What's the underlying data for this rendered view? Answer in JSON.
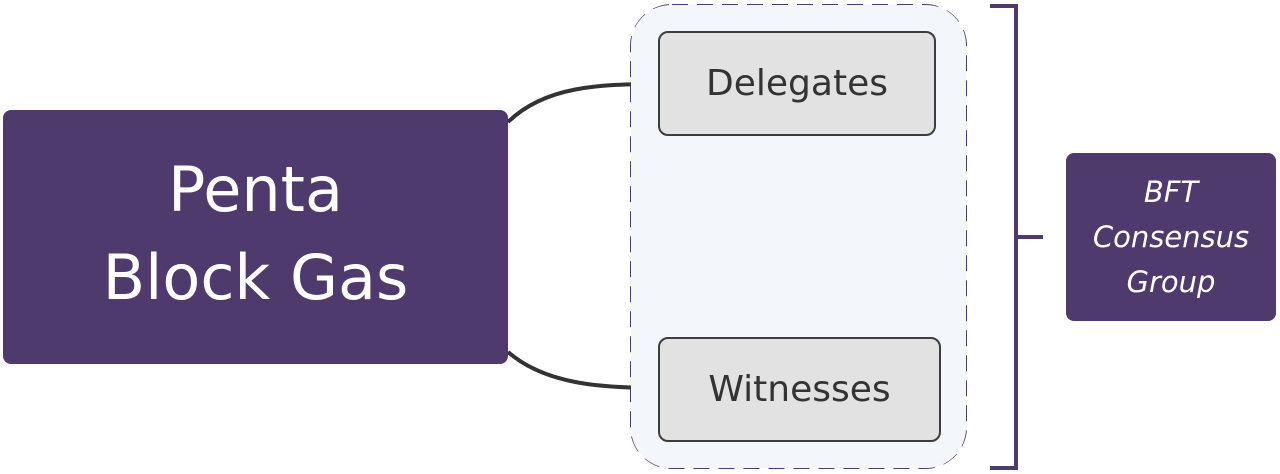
{
  "main_node": {
    "line1": "Penta",
    "line2": "Block Gas"
  },
  "group_nodes": [
    {
      "label": "Delegates"
    },
    {
      "label": "Witnesses"
    }
  ],
  "consensus_group": {
    "line1": "BFT",
    "line2": "Consensus",
    "line3": "Group"
  },
  "colors": {
    "primary_fill": "#4f3a6d",
    "node_fill": "#e2e2e2",
    "node_border": "#3d3d3d",
    "group_fill": "#f3f7fb",
    "group_border": "#4f3a6d",
    "connector": "#333333",
    "bracket": "#4f3a6d"
  }
}
